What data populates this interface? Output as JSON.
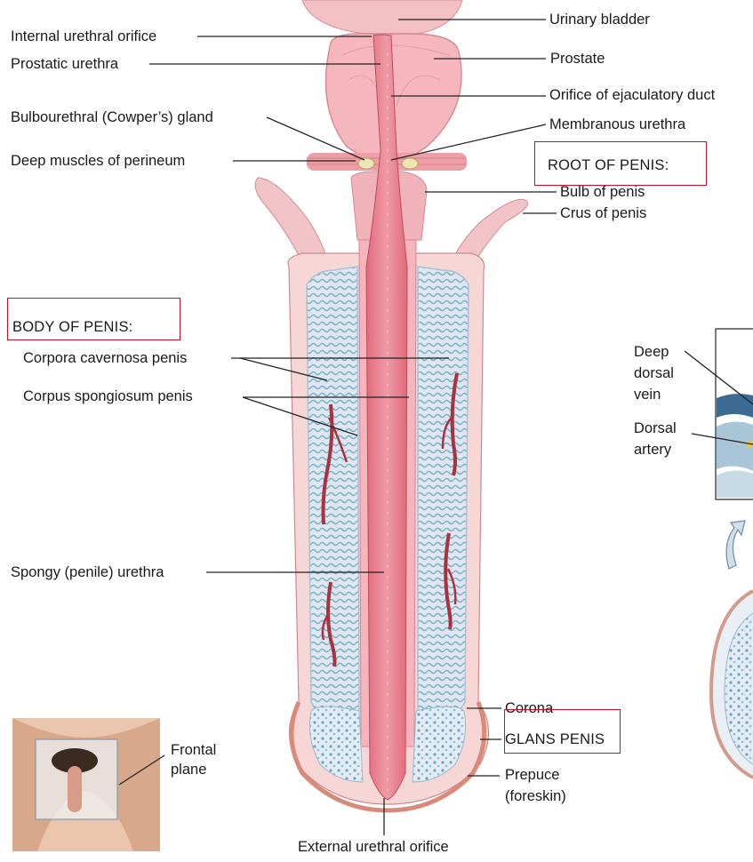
{
  "labels": {
    "urinary_bladder": "Urinary bladder",
    "internal_urethral_orifice": "Internal urethral orifice",
    "prostate": "Prostate",
    "prostatic_urethra": "Prostatic urethra",
    "orifice_ejaculatory_duct": "Orifice of ejaculatory duct",
    "bulbourethral_gland": "Bulbourethral (Cowper’s) gland",
    "membranous_urethra": "Membranous urethra",
    "deep_muscles_perineum": "Deep muscles of perineum",
    "root_of_penis": "ROOT OF PENIS:",
    "bulb_of_penis": "Bulb of penis",
    "crus_of_penis": "Crus of penis",
    "body_of_penis": "BODY OF PENIS:",
    "corpora_cavernosa": "Corpora cavernosa penis",
    "corpus_spongiosum": "Corpus spongiosum penis",
    "spongy_urethra": "Spongy (penile) urethra",
    "corona": "Corona",
    "glans_penis": "GLANS PENIS",
    "prepuce_line1": "Prepuce",
    "prepuce_line2": "(foreskin)",
    "external_urethral_orifice": "External urethral orifice",
    "frontal_line1": "Frontal",
    "frontal_line2": "plane",
    "deep_line1": "Deep",
    "deep_line2": "dorsal",
    "deep_line3": "vein",
    "dorsal_line1": "Dorsal",
    "dorsal_line2": "artery"
  },
  "colors": {
    "highlight_box": "#c8102e",
    "urethra": "#d9536a",
    "spongiosum": "#e98a98",
    "cavernosa_fill": "#dce6f2",
    "cavernosa_stripe": "#7fb0c8",
    "tissue_pink": "#f2b8bd",
    "muscle": "#e9a0a6"
  }
}
